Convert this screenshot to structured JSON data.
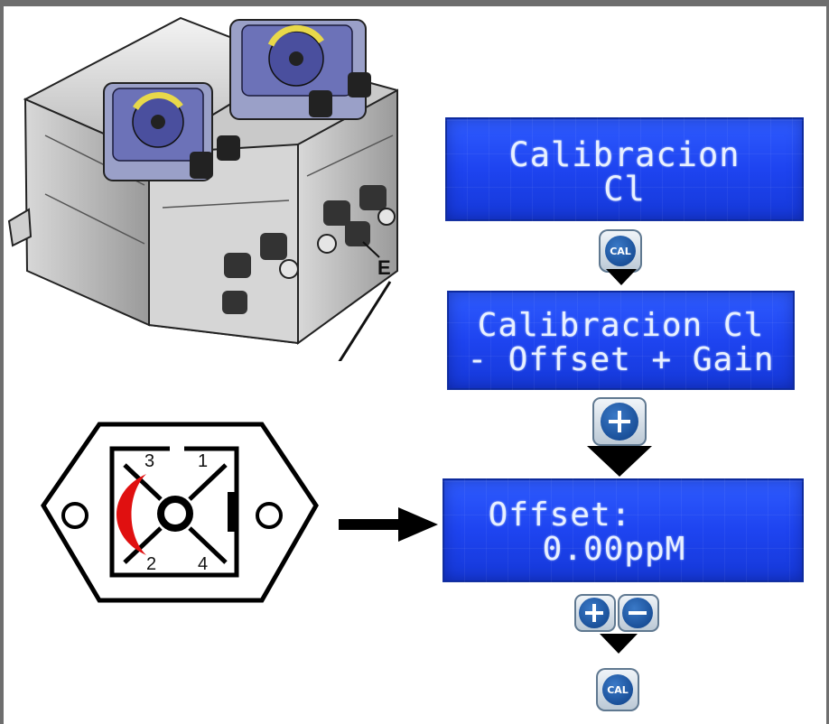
{
  "labels": {
    "connector_ref": "E"
  },
  "screens": [
    {
      "line1": "Calibracion",
      "line2": "Cl"
    },
    {
      "line1": "Calibracion Cl",
      "line2": "- Offset + Gain"
    },
    {
      "line1": "Offset:",
      "line2": "0.00ppM"
    }
  ],
  "buttons": {
    "cal_label": "CAL",
    "plus_icon": "plus-icon",
    "minus_icon": "minus-icon"
  },
  "connector_pins": [
    "3",
    "1",
    "2",
    "4"
  ],
  "colors": {
    "lcd_blue": "#1e44f0",
    "button_blue": "#1a4f9c",
    "jumper_red": "#e01010"
  }
}
